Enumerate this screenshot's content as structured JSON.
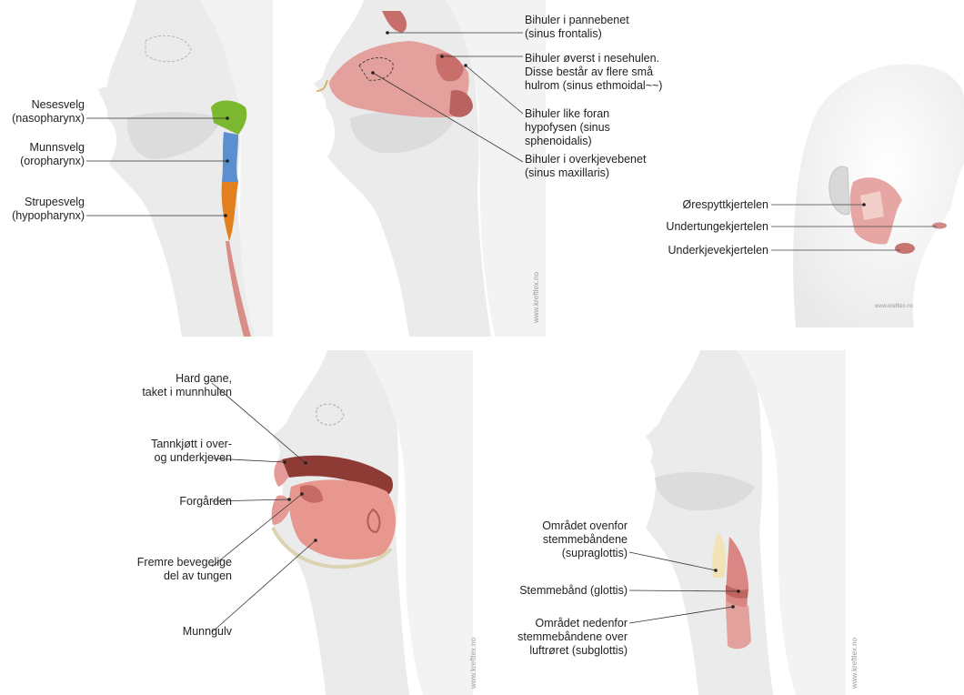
{
  "watermark": "www.kreftlex.no",
  "pharynx": {
    "nasopharynx": [
      "Nesesvelg",
      "(nasopharynx)"
    ],
    "oropharynx": [
      "Munnsvelg",
      "(oropharynx)"
    ],
    "hypopharynx": [
      "Strupesvelg",
      "(hypopharynx)"
    ]
  },
  "sinuses": {
    "frontal": [
      "Bihuler i pannebenet",
      "(sinus frontalis)"
    ],
    "ethmoid": [
      "Bihuler øverst i nesehulen.",
      "Disse består av flere små",
      "hulrom (sinus ethmoidal~~)"
    ],
    "sphenoid": [
      "Bihuler like foran",
      "hypofysen (sinus",
      "sphenoidalis)"
    ],
    "maxillary": [
      "Bihuler i overkjevebenet",
      "(sinus maxillaris)"
    ]
  },
  "glands": {
    "parotid": "Ørespyttkjertelen",
    "sublingual": "Undertungekjertelen",
    "submandibular": "Underkjevekjertelen"
  },
  "mouth": {
    "hard_palate": [
      "Hard gane,",
      "taket i munnhulen"
    ],
    "gums": [
      "Tannkjøtt i over-",
      "og underkjeven"
    ],
    "vestibule": "Forgården",
    "tongue": [
      "Fremre bevegelige",
      "del av tungen"
    ],
    "floor": "Munngulv"
  },
  "larynx": {
    "supraglottis": [
      "Området ovenfor",
      "stemmebåndene",
      "(supraglottis)"
    ],
    "glottis": "Stemmebånd (glottis)",
    "subglottis": [
      "Området nedenfor",
      "stemmebåndene over",
      "luftrøret (subglottis)"
    ]
  },
  "colors": {
    "nasopharynx": "#7cb82f",
    "oropharynx": "#5b8fd0",
    "hypopharynx": "#e2801f",
    "tissue": "#e4a3a1",
    "gray": "#e6e6e6"
  }
}
